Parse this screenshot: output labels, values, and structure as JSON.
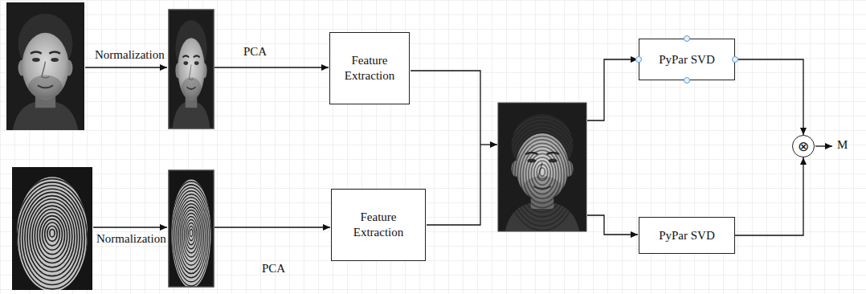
{
  "diagram": {
    "nodes": [
      {
        "text": [
          "Feature Extraction"
        ]
      },
      {
        "text": [
          "Feature Extraction"
        ]
      },
      {
        "text": [
          "PyPar SVD"
        ]
      },
      {
        "text": [
          "PyPar SVD"
        ]
      },
      {
        "text": [
          "⊗"
        ]
      }
    ],
    "edges": [
      {
        "from": 2,
        "to": 4,
        "arrow": "to"
      },
      {
        "from": 3,
        "to": 4,
        "arrow": "to"
      }
    ],
    "labels": [
      "Normalization",
      "PCA",
      "Normalization",
      "PCA",
      "M"
    ]
  }
}
